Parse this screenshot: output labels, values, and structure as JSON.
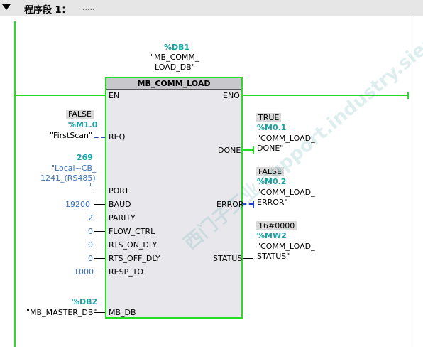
{
  "header": {
    "title": "程序段 1：",
    "comment": "....."
  },
  "block": {
    "db_addr": "%DB1",
    "db_name_1": "\"MB_COMM_",
    "db_name_2": "LOAD_DB\"",
    "title": "MB_COMM_LOAD",
    "pins_left": [
      "EN",
      "REQ",
      "PORT",
      "BAUD",
      "PARITY",
      "FLOW_CTRL",
      "RTS_ON_DLY",
      "RTS_OFF_DLY",
      "RESP_TO",
      "MB_DB"
    ],
    "pins_right": [
      "ENO",
      "DONE",
      "ERROR",
      "STATUS"
    ]
  },
  "inputs": {
    "req_status": "FALSE",
    "req_addr": "%M1.0",
    "req_name": "\"FirstScan\"",
    "port_value": "269",
    "port_name_1": "\"Local~CB_",
    "port_name_2": "1241_(RS485)",
    "port_name_3": "\"",
    "baud": "19200",
    "parity": "2",
    "flow_ctrl": "0",
    "rts_on_dly": "0",
    "rts_off_dly": "0",
    "resp_to": "1000",
    "mbdb_addr": "%DB2",
    "mbdb_name": "\"MB_MASTER_DB\""
  },
  "outputs": {
    "done_status": "TRUE",
    "done_addr": "%M0.1",
    "done_name_1": "\"COMM_LOAD_",
    "done_name_2": "DONE\"",
    "error_status": "FALSE",
    "error_addr": "%M0.2",
    "error_name_1": "\"COMM_LOAD_",
    "error_name_2": "ERROR\"",
    "status_value": "16#0000",
    "status_addr": "%MW2",
    "status_name_1": "\"COMM_LOAD_",
    "status_name_2": "STATUS\""
  },
  "watermark": "西门子工业 support.industry.siemens.com/cs",
  "colors": {
    "power_rail": "#22dd22",
    "address": "#1aa4a4",
    "constant": "#3a6fc0",
    "dashed_link": "#2244cc"
  }
}
